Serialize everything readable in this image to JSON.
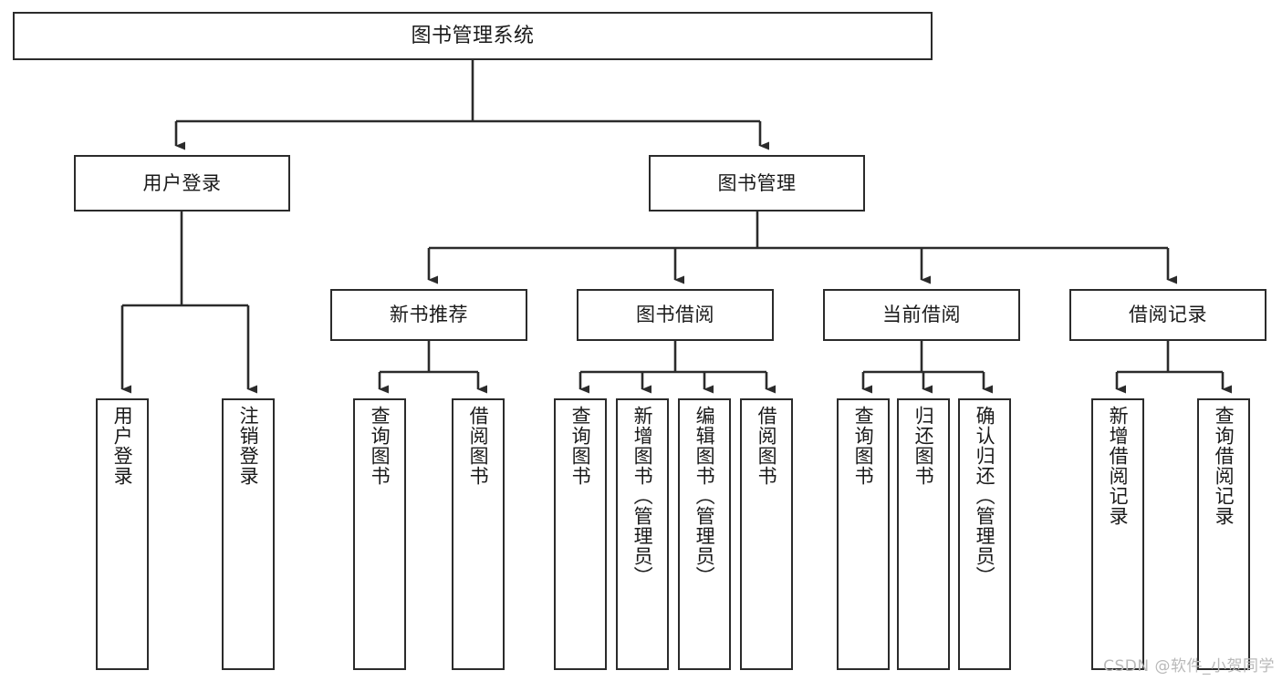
{
  "diagram": {
    "title": "图书管理系统",
    "watermark": "CSDN @软件_小贺同学",
    "colors": {
      "box_border": "#2b2b2b",
      "connector": "#2b2b2b",
      "background": "#ffffff",
      "text": "#1a1a1a",
      "watermark": "#b9b9b9"
    },
    "root": {
      "label": "图书管理系统"
    },
    "level2": [
      {
        "label": "用户登录"
      },
      {
        "label": "图书管理"
      }
    ],
    "level3": [
      {
        "label": "新书推荐"
      },
      {
        "label": "图书借阅"
      },
      {
        "label": "当前借阅"
      },
      {
        "label": "借阅记录"
      }
    ],
    "leaves": {
      "user_login": [
        {
          "label": "用户登录"
        },
        {
          "label": "注销登录"
        }
      ],
      "new_book_recommend": [
        {
          "label": "查询图书"
        },
        {
          "label": "借阅图书"
        }
      ],
      "book_borrow": [
        {
          "label": "查询图书"
        },
        {
          "label": "新增图书（管理员）"
        },
        {
          "label": "编辑图书（管理员）"
        },
        {
          "label": "借阅图书"
        }
      ],
      "current_borrow": [
        {
          "label": "查询图书"
        },
        {
          "label": "归还图书"
        },
        {
          "label": "确认归还（管理员）"
        }
      ],
      "borrow_record": [
        {
          "label": "新增借阅记录"
        },
        {
          "label": "查询借阅记录"
        }
      ]
    }
  }
}
